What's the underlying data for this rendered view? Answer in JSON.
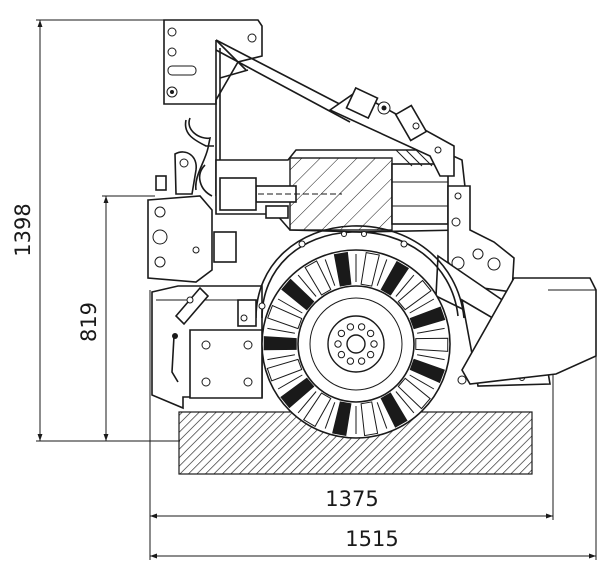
{
  "dimensions": {
    "overall_height": "1398",
    "hitch_height": "819",
    "width_inner": "1375",
    "width_overall": "1515"
  },
  "colors": {
    "line": "#1a1a1a",
    "hatch": "#1a1a1a",
    "background": "#ffffff"
  }
}
